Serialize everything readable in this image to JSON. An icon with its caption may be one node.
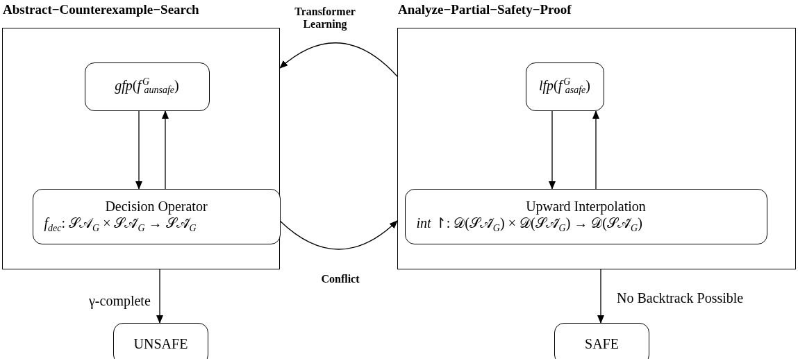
{
  "diagram": {
    "nodes": [
      {
        "text": [
          "Abstract−Counterexample−Search"
        ]
      },
      {
        "text": [
          "*gfp*(*f*$^{G}$$_{aunsafe}$)"
        ],
        "in": 0
      },
      {
        "text": [
          "Decision Operator",
          "*f*$_{dec}$: 𝒮𝒜$_{G}$ × 𝒮𝒜̂$_{G}$ → 𝒮𝒜̂$_{G}$"
        ],
        "in": 0
      },
      {
        "text": [
          "Analyze−Partial−Safety−Proof"
        ]
      },
      {
        "text": [
          "*lfp*(*f*$^{G}$$_{asafe}$)"
        ],
        "in": 3
      },
      {
        "text": [
          "Upward Interpolation",
          "*int* ↾: 𝒟(𝒮𝒜̂$_{G}$) × 𝒟(𝒮𝒜̂$_{G}$) → 𝒟(𝒮𝒜̂$_{G}$)"
        ],
        "in": 3
      },
      {
        "text": [
          "UNSAFE"
        ]
      },
      {
        "text": [
          "SAFE"
        ]
      }
    ],
    "edges": [
      {
        "from": 1,
        "to": 2,
        "arrow": "to"
      },
      {
        "from": 2,
        "to": 1,
        "arrow": "to"
      },
      {
        "from": 4,
        "to": 5,
        "arrow": "to"
      },
      {
        "from": 5,
        "to": 4,
        "arrow": "to"
      },
      {
        "from": 3,
        "to": 0,
        "arrow": "to",
        "label": "Transformer Learning"
      },
      {
        "from": 0,
        "to": 3,
        "arrow": "to",
        "label": "Conflict"
      },
      {
        "from": 0,
        "to": 6,
        "arrow": "to",
        "label": "γ-complete"
      },
      {
        "from": 3,
        "to": 7,
        "arrow": "to",
        "label": "No Backtrack Possible"
      }
    ]
  }
}
